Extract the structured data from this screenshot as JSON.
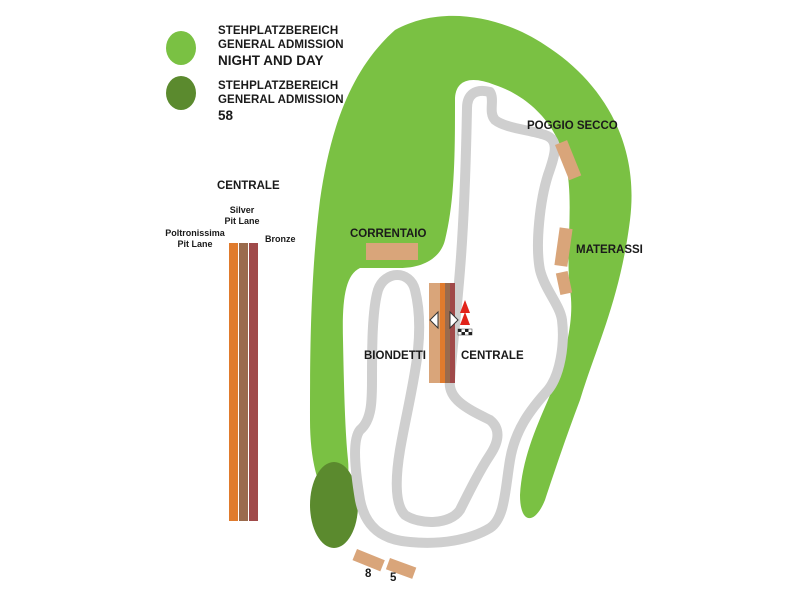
{
  "legend": {
    "night_and_day": {
      "line1": "STEHPLATZBEREICH",
      "line2": "GENERAL ADMISSION",
      "line3": "NIGHT AND DAY",
      "color": "#7ac143"
    },
    "zone_58": {
      "line1": "STEHPLATZBEREICH",
      "line2": "GENERAL ADMISSION",
      "line3": "58",
      "color": "#5b8a2e"
    }
  },
  "centrale_detail": {
    "title": "CENTRALE",
    "poltronissima": {
      "line1": "Poltronissima",
      "line2": "Pit Lane",
      "color": "#e07b2d"
    },
    "silver": {
      "line1": "Silver",
      "line2": "Pit Lane",
      "color": "#9a6b4d"
    },
    "bronze": {
      "label": "Bronze",
      "color": "#a04a4a"
    }
  },
  "grandstands": {
    "poggio_secco": "POGGIO SECCO",
    "materassi": "MATERASSI",
    "correntaio": "CORRENTAIO",
    "biondetti": "BIONDETTI",
    "centrale": "CENTRALE",
    "stand_8": "8",
    "stand_5": "5",
    "stand_color": "#d9a57a"
  },
  "track": {
    "color": "#cfcfcf"
  },
  "icons": [
    "start-finish-icon",
    "direction-arrow-icon"
  ]
}
